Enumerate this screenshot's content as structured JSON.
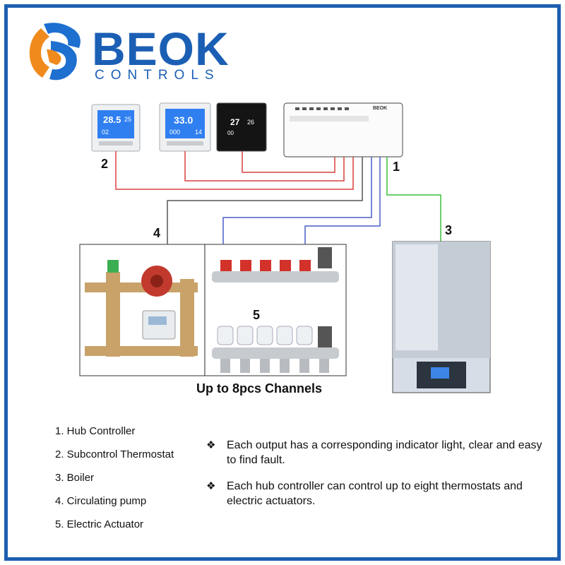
{
  "brand": {
    "name": "BEOK",
    "tagline": "CONTROLS",
    "colors": {
      "brand_blue": "#1b5fb5",
      "logo_orange": "#f08a1c",
      "logo_blue": "#1d6fd0"
    }
  },
  "thermostats": [
    {
      "readout_main": "28.5",
      "readout_set": "25",
      "readout_small": "02"
    },
    {
      "readout_main": "33.0",
      "readout_set": "14",
      "readout_small": "000"
    },
    {
      "readout_main": "27",
      "readout_set": "26",
      "readout_small": "00"
    }
  ],
  "hub": {
    "label": "BEOK"
  },
  "callouts": {
    "c1": "1",
    "c2": "2",
    "c3": "3",
    "c4": "4",
    "c5": "5"
  },
  "channels_caption": "Up to 8pcs Channels",
  "legend": [
    "1. Hub Controller",
    "2. Subcontrol Thermostat",
    "3. Boiler",
    "4. Circulating pump",
    "5. Electric Actuator"
  ],
  "notes": [
    {
      "bullet": "❖",
      "text": "Each output has a corresponding indicator light, clear and easy to find fault."
    },
    {
      "bullet": "❖",
      "text": "Each hub controller can control up to eight thermostats and electric actuators."
    }
  ],
  "wire_colors": {
    "thermostat": "#d9413b",
    "pump": "#555555",
    "actuator": "#4a5dc8",
    "boiler": "#3fbf3a"
  }
}
